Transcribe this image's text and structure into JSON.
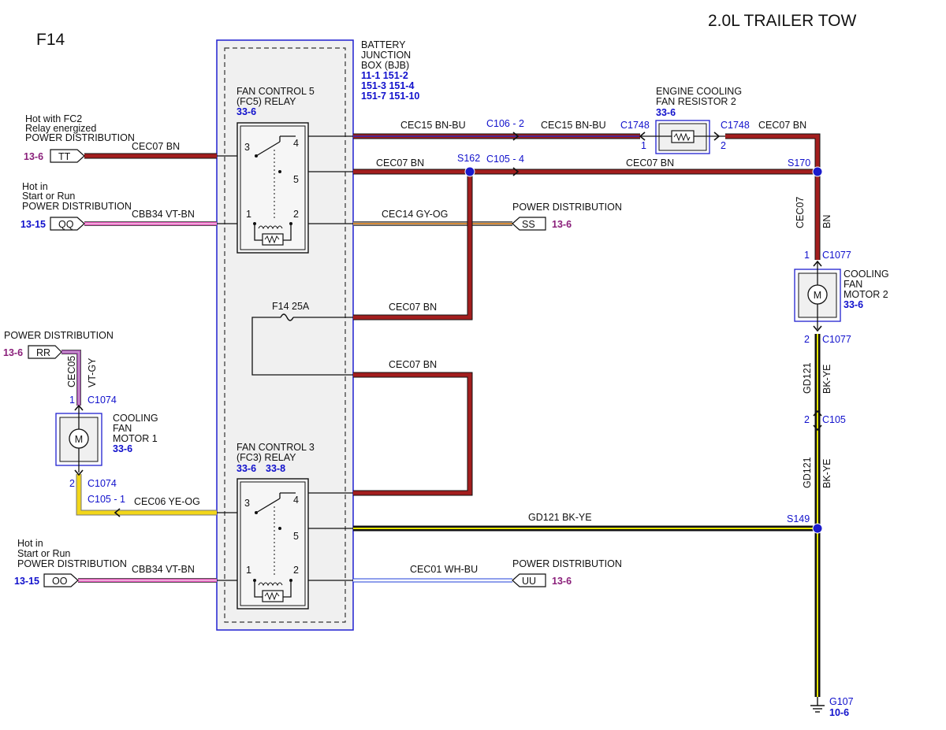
{
  "header": {
    "page_id": "F14",
    "title": "2.0L TRAILER TOW"
  },
  "bjb": {
    "name": "BATTERY\nJUNCTION\nBOX (BJB)",
    "refs_row1": "11-1  151-2",
    "refs_row2": "151-3 151-4",
    "refs_row3": "151-7  151-10"
  },
  "relays": {
    "fc5": {
      "name": "FAN CONTROL 5",
      "name2": "(FC5) RELAY",
      "ref": "33-6",
      "pins": [
        "3",
        "4",
        "5",
        "1",
        "2"
      ]
    },
    "fc3": {
      "name": "FAN CONTROL 3",
      "name2": "(FC3) RELAY",
      "ref1": "33-6",
      "ref2": "33-8",
      "pins": [
        "3",
        "4",
        "5",
        "1",
        "2"
      ]
    }
  },
  "fuse": {
    "label": "F14  25A"
  },
  "sources": {
    "tt": {
      "desc1": "Hot with FC2",
      "desc2": "Relay energized",
      "desc3": "POWER DISTRIBUTION",
      "page": "13-6",
      "code": "TT"
    },
    "qq": {
      "desc1": "Hot in",
      "desc2": "Start or Run",
      "desc3": "POWER DISTRIBUTION",
      "page": "13-15",
      "code": "QQ"
    },
    "rr": {
      "desc1": "POWER DISTRIBUTION",
      "page": "13-6",
      "code": "RR"
    },
    "oo": {
      "desc1": "Hot in",
      "desc2": "Start or Run",
      "desc3": "POWER DISTRIBUTION",
      "page": "13-15",
      "code": "OO"
    },
    "ss": {
      "desc1": "POWER DISTRIBUTION",
      "page": "13-6",
      "code": "SS"
    },
    "uu": {
      "desc1": "POWER DISTRIBUTION",
      "page": "13-6",
      "code": "UU"
    }
  },
  "wires": {
    "w_tt": "CEC07  BN",
    "w_qq": "CBB34  VT-BN",
    "w_oo": "CBB34  VT-BN",
    "w_ss": "CEC14  GY-OG",
    "w_uu": "CEC01  WH-BU",
    "w_cec15a": "CEC15  BN-BU",
    "w_cec15b": "CEC15  BN-BU",
    "w_cec07_r1": "CEC07  BN",
    "w_cec07_r2": "CEC07  BN",
    "w_cec07_top": "CEC07  BN",
    "w_cec07_fuse": "CEC07  BN",
    "w_cec07_loop": "CEC07  BN",
    "w_cec07_v1": "CEC07",
    "w_cec07_v2": "BN",
    "w_gd121_h": "GD121  BK-YE",
    "w_gd121_v1a": "GD121",
    "w_gd121_v1b": "BK-YE",
    "w_gd121_v2a": "GD121",
    "w_gd121_v2b": "BK-YE",
    "w_cec05a": "CEC05",
    "w_cec05b": "VT-GY",
    "w_cec06": "CEC06  YE-OG"
  },
  "connectors": {
    "c106": "C106 - 2",
    "c1748a": "C1748",
    "c1748b": "C1748",
    "c1748_pin1": "1",
    "c1748_pin2": "2",
    "c105_4": "C105 - 4",
    "c105_1": "C105 - 1",
    "c1077a": "C1077",
    "c1077a_pin": "1",
    "c1077b": "C1077",
    "c1077b_pin": "2",
    "c105": "C105",
    "c105_pin": "2",
    "c1074a": "C1074",
    "c1074a_pin": "1",
    "c1074b": "C1074",
    "c1074b_pin": "2"
  },
  "splices": {
    "s162": "S162",
    "s170": "S170",
    "s149": "S149"
  },
  "components": {
    "resistor": {
      "line1": "ENGINE COOLING",
      "line2": "FAN RESISTOR 2",
      "ref": "33-6"
    },
    "motor2": {
      "line1": "COOLING",
      "line2": "FAN",
      "line3": "MOTOR 2",
      "ref": "33-6",
      "symbol": "M"
    },
    "motor1": {
      "line1": "COOLING",
      "line2": "FAN",
      "line3": "MOTOR 1",
      "ref": "33-6",
      "symbol": "M"
    }
  },
  "ground": {
    "name": "G107",
    "ref": "10-6"
  },
  "colors": {
    "bn": "#a31e1e",
    "bn_bu_stripe": "#2a2ab8",
    "vt_bn": "#e04fb5",
    "vt_gy": "#b44fc0",
    "gy_og": "#f08a1a",
    "wh_bu": "#1f3fd8",
    "bk_ye": "#e6e600",
    "ye_og": "#f2d61a",
    "blue_outline": "#2020d0",
    "page_ref_purple": "#8a1f7a",
    "page_ref_blue": "#1010cc"
  }
}
